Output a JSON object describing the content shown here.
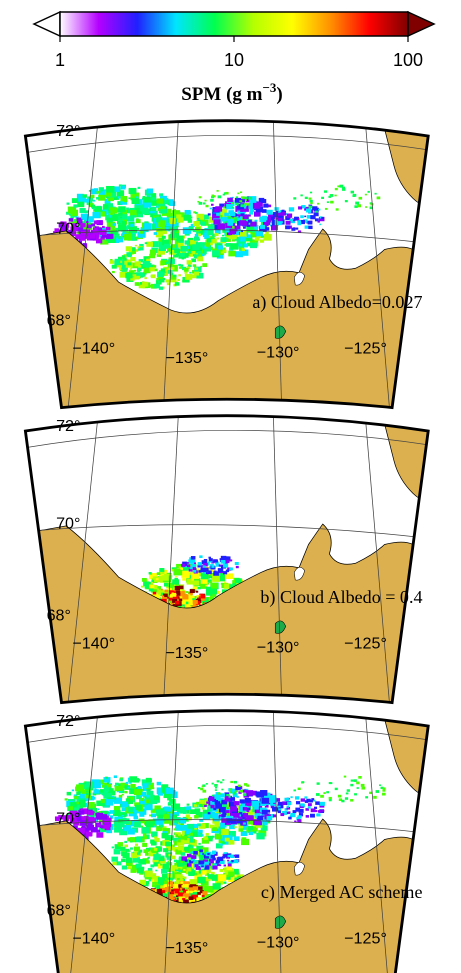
{
  "colorbar": {
    "title_main": "SPM (g m",
    "title_exp": "−3",
    "title_close": ")",
    "ticks": [
      "1",
      "10",
      "100"
    ],
    "stops": [
      "#ffffff",
      "#b400ff",
      "#2020ff",
      "#00e5ff",
      "#00ff50",
      "#b4ff00",
      "#ffff00",
      "#ff9000",
      "#ff0000",
      "#800000"
    ]
  },
  "colors": {
    "land": "#dcb04e",
    "water_no_data": "#ffffff",
    "grid": "#444444",
    "frame": "#000000"
  },
  "panels": [
    {
      "label": "a) Cloud Albedo=0.027",
      "lat_labels": [
        "72°",
        "70°",
        "68°"
      ],
      "lon_labels": [
        "−140°",
        "−135°",
        "−130°",
        "−125°"
      ]
    },
    {
      "label": "b) Cloud Albedo = 0.4",
      "lat_labels": [
        "72°",
        "70°",
        "68°"
      ],
      "lon_labels": [
        "−140°",
        "−135°",
        "−130°",
        "−125°"
      ]
    },
    {
      "label": "c) Merged AC scheme",
      "lat_labels": [
        "72°",
        "70°",
        "68°"
      ],
      "lon_labels": [
        "−140°",
        "−135°",
        "−130°",
        "−125°"
      ]
    }
  ]
}
